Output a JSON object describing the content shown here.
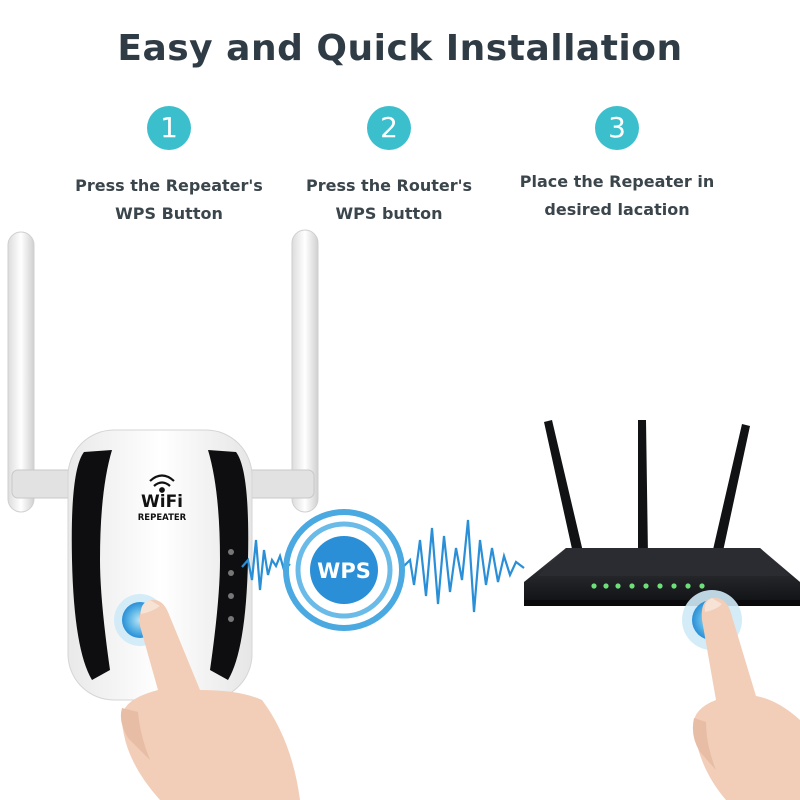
{
  "title": "Easy and Quick Installation",
  "steps": [
    {
      "number": "1",
      "line1": "Press the Repeater's",
      "line2": "WPS Button"
    },
    {
      "number": "2",
      "line1": "Press the Router's",
      "line2": "WPS button"
    },
    {
      "number": "3",
      "line1": "Place the Repeater in",
      "line2": "desired lacation"
    }
  ],
  "repeater": {
    "brand_line1": "WiFi",
    "brand_line2": "REPEATER"
  },
  "wps_badge": "WPS",
  "colors": {
    "accent": "#3cbfcc",
    "title": "#2f3c46",
    "wave": "#2a8fd6",
    "router": "#1c1d20"
  }
}
